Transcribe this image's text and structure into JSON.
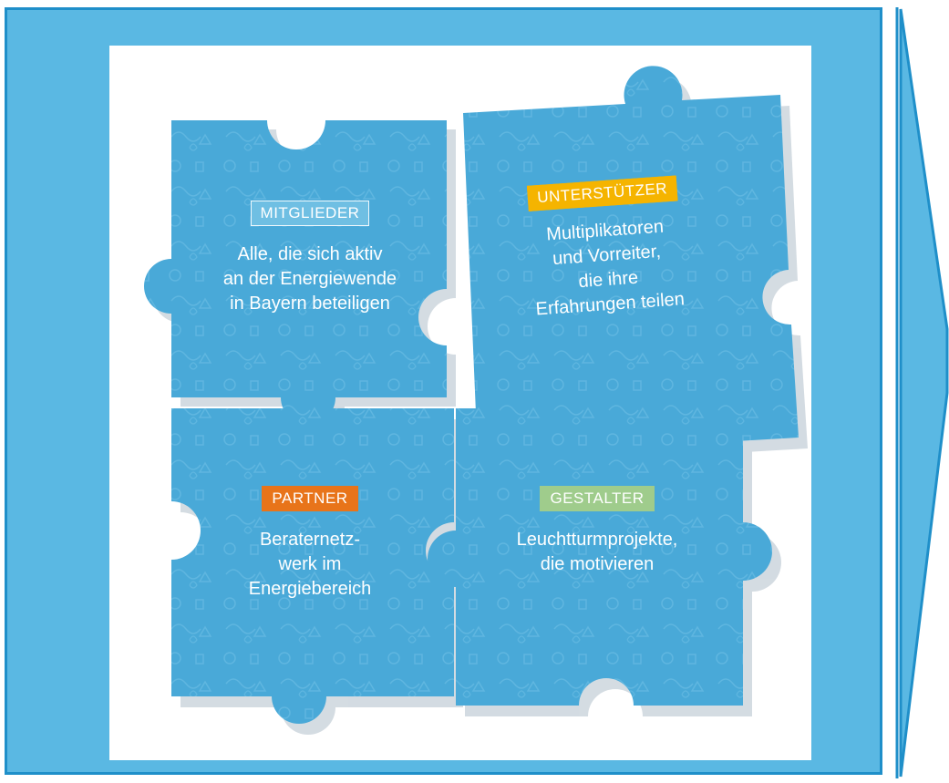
{
  "pieces": {
    "mitglieder": {
      "tag": "MITGLIEDER",
      "line1": "Alle, die sich aktiv",
      "line2": "an der Energiewende",
      "line3": "in Bayern beteiligen",
      "tag_color": "#6fbfe3"
    },
    "unterstuetzer": {
      "tag": "UNTERSTÜTZER",
      "line1": "Multiplikatoren",
      "line2": "und Vorreiter,",
      "line3": "die ihre",
      "line4": "Erfahrungen teilen",
      "tag_color": "#f5b400"
    },
    "partner": {
      "tag": "PARTNER",
      "line1": "Beraternetz-",
      "line2": "werk im",
      "line3": "Energiebereich",
      "tag_color": "#e8741a"
    },
    "gestalter": {
      "tag": "GESTALTER",
      "line1": "Leuchtturmprojekte,",
      "line2": "die motivieren",
      "tag_color": "#9fcc8c"
    }
  },
  "colors": {
    "frame_fill": "#5ab8e3",
    "frame_border": "#1f8fc9",
    "piece_fill": "#49a9d8",
    "piece_shadow": "#c9d3db"
  },
  "icons": [
    "puzzle-piece-icon",
    "arrow-right-shape"
  ]
}
